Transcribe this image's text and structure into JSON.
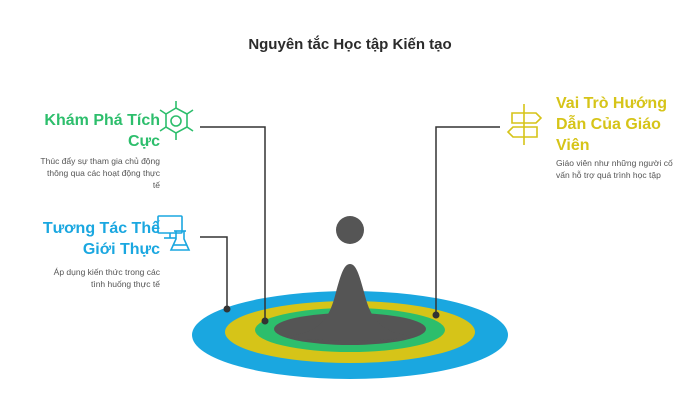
{
  "title": "Nguyên tắc Học tập Kiến tạo",
  "colors": {
    "green": "#2dbe6c",
    "blue": "#1aa7e0",
    "yellow": "#d6c418",
    "dark": "#4d4d4d",
    "line": "#333333"
  },
  "items": [
    {
      "heading_line1": "Khám Phá Tích",
      "heading_line2": "Cực",
      "desc_line1": "Thúc đẩy sự tham gia chủ động",
      "desc_line2": "thông qua các hoạt động thực",
      "desc_line3": "tế",
      "icon": "molecule-icon"
    },
    {
      "heading_line1": "Tương Tác Thế",
      "heading_line2": "Giới Thực",
      "desc_line1": "Áp dụng kiến thức trong các",
      "desc_line2": "tình huống thực tế",
      "icon": "computer-flask-icon"
    },
    {
      "heading_line1": "Vai Trò Hướng",
      "heading_line2": "Dẫn Của Giáo",
      "heading_line3": "Viên",
      "desc_line1": "Giáo viên như những người cố",
      "desc_line2": "vấn hỗ trợ quá trình học tập",
      "icon": "signpost-icon"
    }
  ]
}
